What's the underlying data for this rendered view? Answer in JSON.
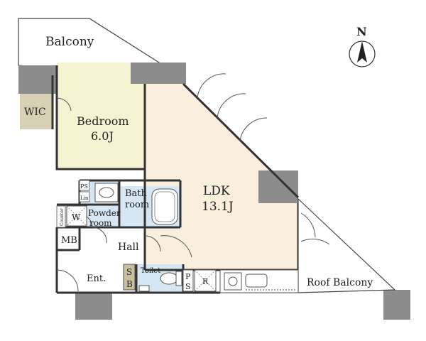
{
  "compass": {
    "label": "N",
    "icon": "north-arrow-icon"
  },
  "rooms": {
    "balcony": "Balcony",
    "wic": "WIC",
    "bedroom": {
      "name": "Bedroom",
      "size": "6.0J"
    },
    "ldk": {
      "name": "LDK",
      "size": "13.1J"
    },
    "bath": {
      "line1": "Bath",
      "line2": "room"
    },
    "powder": {
      "line1": "Powder",
      "line2": "room"
    },
    "hall": "Hall",
    "mb": "MB",
    "entrance": "Ent.",
    "toilet": "Toilet",
    "roof_balcony": "Roof Balcony"
  },
  "fixtures": {
    "ps_upper": "PS",
    "linen": "Lin",
    "counter": "Counter",
    "washer": "W",
    "shoe_box": [
      "S",
      "B"
    ],
    "ps_lower": [
      "P",
      "S"
    ],
    "refrigerator": "R"
  },
  "colors": {
    "bedroom_floor": "#f6f3d3",
    "ldk_floor": "#f9efdc",
    "wet_area": "#d6e6f3",
    "wic_floor": "#d8d0b4",
    "shoe_box": "#c9bf9c",
    "structure": "#8c8c8c",
    "wall": "#333333"
  }
}
